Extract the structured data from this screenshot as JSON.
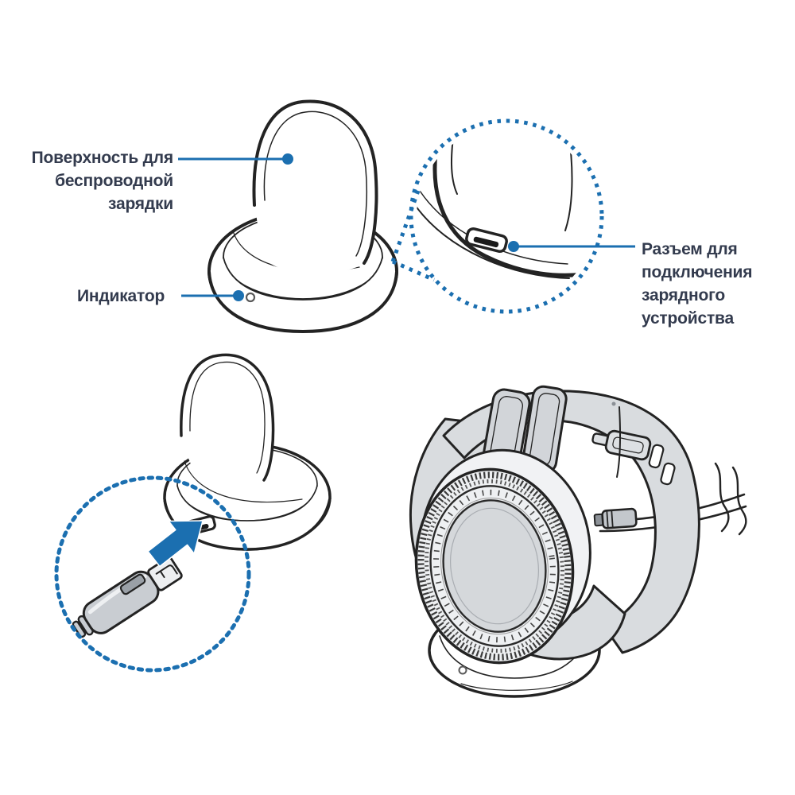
{
  "diagram": {
    "title": "Wireless charging dock and smartwatch manual illustration",
    "colors": {
      "accent_blue": "#1b6fb0",
      "label_text": "#333b4e",
      "line_art": "#232323",
      "strap_gray": "#d9dcdf",
      "dial_gray": "#d5d8db",
      "plug_gray": "#c9cdd2",
      "background": "#ffffff"
    },
    "callouts": {
      "wireless_surface": {
        "lines": [
          "Поверхность для",
          "беспроводной",
          "зарядки"
        ]
      },
      "indicator": {
        "lines": [
          "Индикатор"
        ]
      },
      "connector": {
        "lines": [
          "Разъем для",
          "подключения",
          "зарядного",
          "устройства"
        ]
      }
    },
    "icons": {
      "magnifier_circle": "dotted-zoom-circle",
      "plug_arrow": "blue-insert-arrow",
      "cable_break": "wavy-continuation-marks"
    }
  }
}
